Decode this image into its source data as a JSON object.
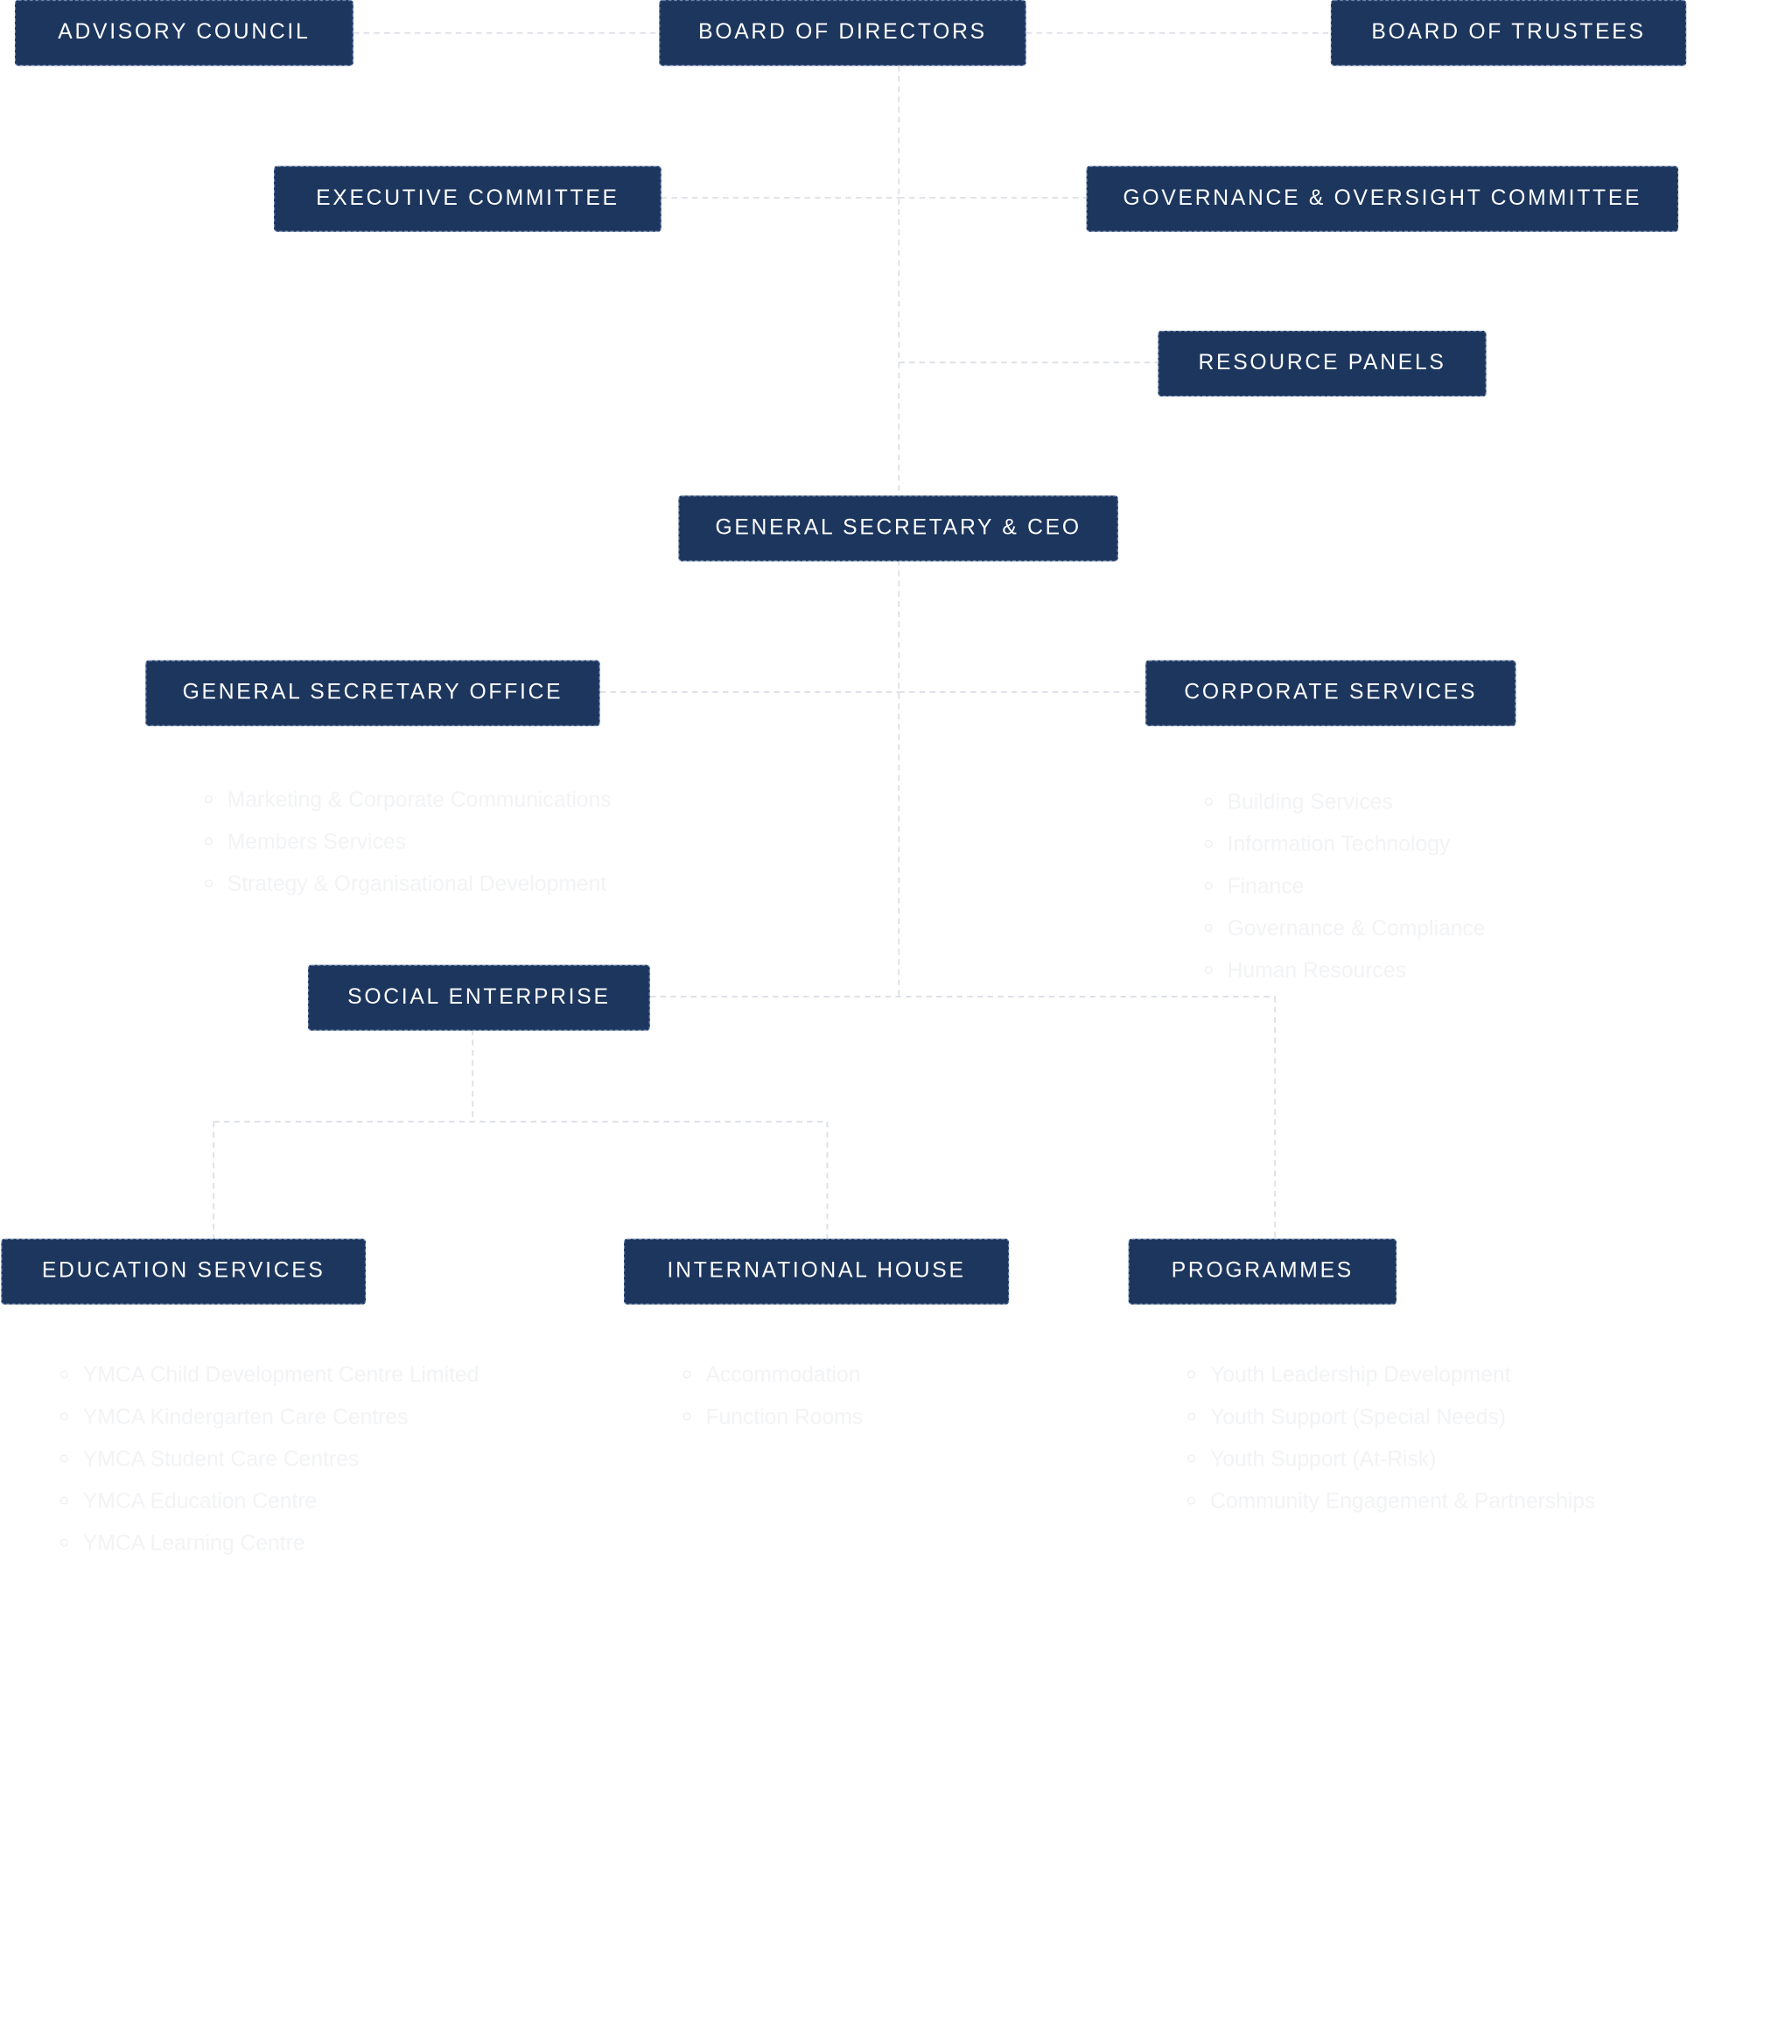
{
  "nodes": {
    "advisory_council": "ADVISORY COUNCIL",
    "board_of_directors": "BOARD OF DIRECTORS",
    "board_of_trustees": "BOARD OF TRUSTEES",
    "executive_committee": "EXECUTIVE COMMITTEE",
    "governance_oversight_committee": "GOVERNANCE & OVERSIGHT COMMITTEE",
    "resource_panels": "RESOURCE PANELS",
    "general_secretary_ceo": "GENERAL SECRETARY & CEO",
    "general_secretary_office": "GENERAL SECRETARY OFFICE",
    "corporate_services": "CORPORATE SERVICES",
    "social_enterprise": "SOCIAL ENTERPRISE",
    "education_services": "EDUCATION SERVICES",
    "international_house": "INTERNATIONAL HOUSE",
    "programmes": "PROGRAMMES"
  },
  "lists": {
    "general_secretary_office": [
      "Marketing & Corporate Communications",
      "Members Services",
      "Strategy & Organisational Development"
    ],
    "corporate_services": [
      "Building Services",
      "Information Technology",
      "Finance",
      "Governance & Compliance",
      "Human Resources"
    ],
    "education_services": [
      "YMCA Child Development Centre Limited",
      "YMCA Kindergarten Care Centres",
      "YMCA Student Care Centres",
      "YMCA Education Centre",
      "YMCA Learning Centre"
    ],
    "international_house": [
      "Accommodation",
      "Function Rooms"
    ],
    "programmes": [
      "Youth Leadership Development",
      "Youth Support (Special Needs)",
      "Youth Support (At-Risk)",
      "Community Engagement & Partnerships"
    ]
  },
  "colors": {
    "node_fill": "#1c365e",
    "node_text": "#ffffff",
    "connector": "#dcdfe5"
  }
}
